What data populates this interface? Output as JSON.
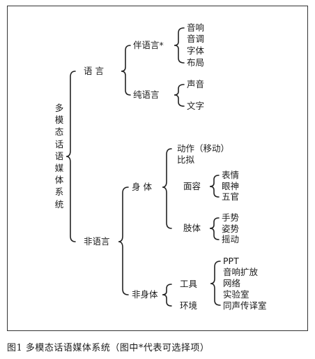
{
  "root": "多模态话语媒体系统",
  "verbal": {
    "label": "语  言",
    "accompanying": {
      "label": "伴语言*",
      "items": [
        "音响",
        "音调",
        "字体",
        "布局"
      ]
    },
    "pure": {
      "label": "纯语言",
      "items": [
        "声音",
        "文字"
      ]
    }
  },
  "nonverbal": {
    "label": "非语言",
    "body": {
      "label": "身  体",
      "motion": "动作（移动）",
      "mimic": "比拟",
      "face": {
        "label": "面容",
        "items": [
          "表情",
          "眼神",
          "五官"
        ]
      },
      "limbs": {
        "label": "肢体",
        "items": [
          "手势",
          "姿势",
          "摇动"
        ]
      }
    },
    "non_body": {
      "label": "非身体",
      "tools": {
        "label": "工具",
        "items": [
          "PPT",
          "音响扩放",
          "网络",
          "实验室",
          "同声传译室"
        ]
      },
      "environment": "环境"
    }
  },
  "caption": "图1  多模态话语媒体系统（图中*代表可选择项）"
}
